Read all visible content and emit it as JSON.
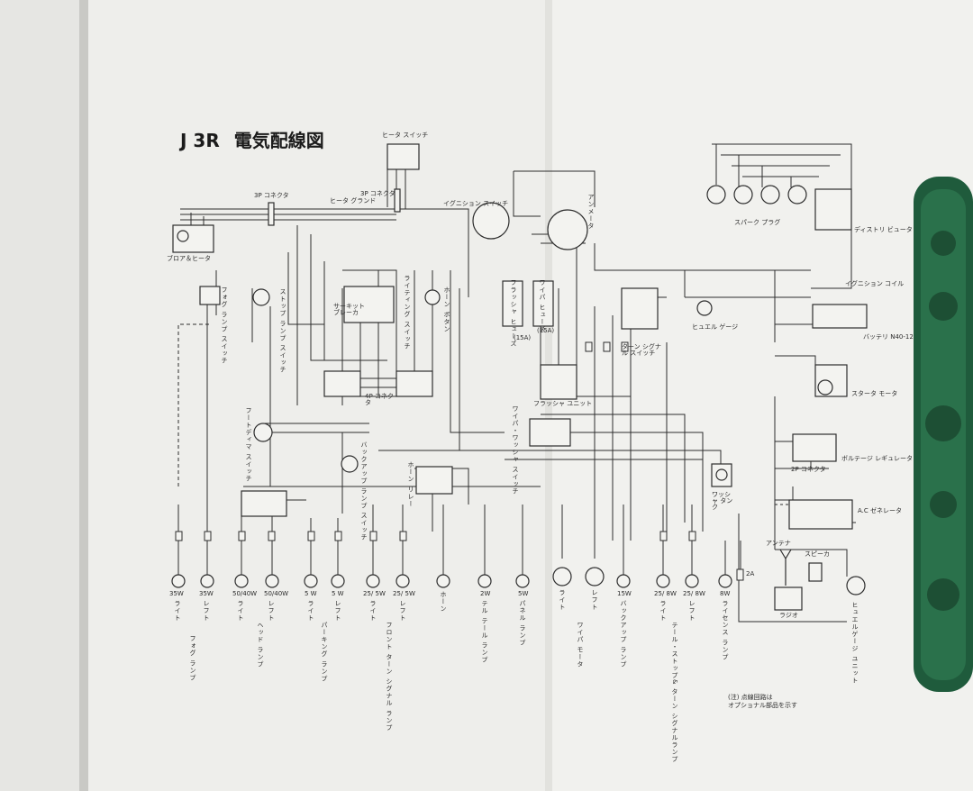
{
  "title": {
    "model": "J 3R",
    "caption": "電気配線図"
  },
  "top_components": {
    "heater_switch": "ヒータ スイッチ",
    "connector_3p_left": "3P コネクタ",
    "connector_3p_mid": "3P コネクタ",
    "heater_ground": "ヒータ グランド",
    "ignition_switch": "イグニション スイッチ",
    "ammeter": "アンメータ",
    "spark_plug": "スパーク プラグ",
    "distributor": "ディストリ ビュータ",
    "ignition_coil": "イグニション コイル",
    "battery": "バッテリ N40-12",
    "starter_motor": "スタータ モータ",
    "voltage_regulator": "ボルテージ レギュレータ",
    "connector_2p": "2P コネクタ",
    "ac_generator": "A.C ゼネレータ",
    "fuel_gauge": "ヒュエル ゲージ",
    "blower_heater": "ブロア＆ヒータ",
    "fog_lamp_switch": "フォグ ランプ スイッチ",
    "stop_lamp_switch": "ストップ ランプ スイッチ",
    "circuit_breaker": "サーキット ブレーカ",
    "lighting_switch": "ライティング スイッチ",
    "horn_button": "ホーン ボタン",
    "flasher_fuse": "フラッシャ ヒューズ",
    "flasher_fuse_rating": "(15A)",
    "wiper_fuse": "ワイパ ヒューズ",
    "wiper_fuse_rating": "(15A)",
    "turn_signal_switch": "ターン シグナル スイッチ",
    "connector_4p": "4P コネクタ",
    "flasher_unit": "フラッシャ ユニット",
    "wiper_washer_switch": "ワイパ・ワッシャ スイッチ",
    "foot_dimmer_switch": "フートディマ スイッチ",
    "backing_lamp_switch": "バックアップ ランプ スイッチ",
    "horn_relay": "ホーン リレー",
    "washer_tank": "ワッシャ タンク",
    "antenna": "アンテナ",
    "speaker": "スピーカ",
    "radio": "ラジオ",
    "fuse_2a": "2A"
  },
  "bottom_lamps": [
    {
      "watt": "35W",
      "side": "ライト"
    },
    {
      "watt": "35W",
      "side": "レフト"
    },
    {
      "watt": "50/40W",
      "side": "ライト"
    },
    {
      "watt": "50/40W",
      "side": "レフト"
    },
    {
      "watt": "5 W",
      "side": "ライト"
    },
    {
      "watt": "5 W",
      "side": "レフト"
    },
    {
      "watt": "25/ 5W",
      "side": "ライト"
    },
    {
      "watt": "25/ 5W",
      "side": "レフト"
    },
    {
      "watt": "",
      "side": "ホーン"
    },
    {
      "watt": "2W",
      "side": "テル テール ランプ"
    },
    {
      "watt": "5W",
      "side": "パネル ランプ"
    },
    {
      "watt": "",
      "side": "ライト"
    },
    {
      "watt": "",
      "side": "レフト"
    },
    {
      "watt": "15W",
      "side": "バックアップ ランプ"
    },
    {
      "watt": "25/ 8W",
      "side": "ライト"
    },
    {
      "watt": "25/ 8W",
      "side": "レフト"
    },
    {
      "watt": "8W",
      "side": "ライセンス ランプ"
    }
  ],
  "bottom_groups": [
    {
      "label": "フォグ ランプ"
    },
    {
      "label": "ヘッド ランプ"
    },
    {
      "label": "パーキング ランプ"
    },
    {
      "label": "フロント ターン シグナル ランプ"
    },
    {
      "label": "ワイパ モータ"
    },
    {
      "label": "テール・ストップ& ターン シグナルランプ"
    },
    {
      "label": "ヒュエルゲージ ユニット"
    }
  ],
  "footnote": {
    "line1": "(注) 点線回路は",
    "line2": "オプショナル部品を示す"
  }
}
